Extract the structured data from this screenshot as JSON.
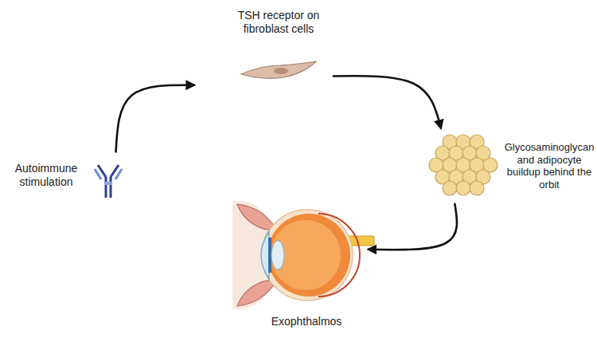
{
  "diagram": {
    "nodes": [
      {
        "text": [
          "Autoimmune stimulation"
        ]
      },
      {
        "text": [
          "TSH receptor on fibroblast cells"
        ]
      },
      {
        "text": [
          "Glycosaminoglycan and adipocyte buildup behind the orbit"
        ]
      },
      {
        "text": [
          "Exophthalmos"
        ]
      }
    ],
    "edges": [
      {
        "from": 0,
        "to": 1,
        "arrow": "to"
      },
      {
        "from": 1,
        "to": 2,
        "arrow": "to"
      },
      {
        "from": 2,
        "to": 3,
        "arrow": "to"
      }
    ]
  }
}
